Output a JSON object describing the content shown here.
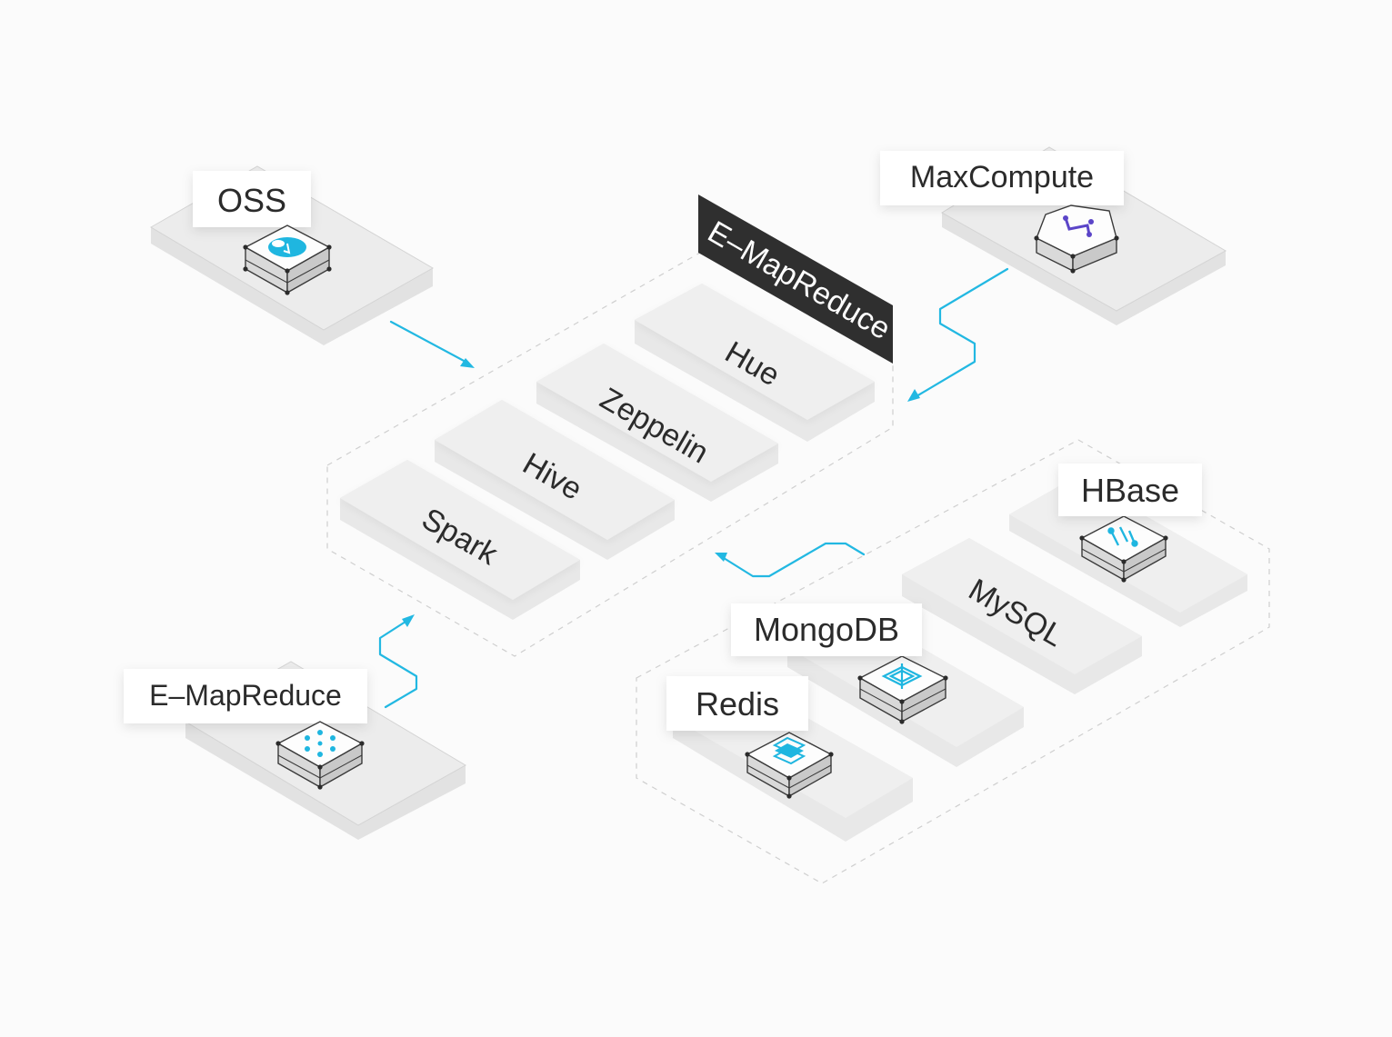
{
  "sources": {
    "oss": {
      "label": "OSS"
    },
    "maxcompute": {
      "label": "MaxCompute"
    },
    "emr_source": {
      "label": "E–MapReduce"
    }
  },
  "cluster": {
    "banner": "E–MapReduce",
    "components": [
      "Hue",
      "Zeppelin",
      "Hive",
      "Spark"
    ]
  },
  "databases": {
    "hbase": {
      "label": "HBase"
    },
    "mysql": {
      "label": "MySQL"
    },
    "mongodb": {
      "label": "MongoDB"
    },
    "redis": {
      "label": "Redis"
    }
  },
  "colors": {
    "flow": "#22b8e2",
    "icon_cyan": "#1fb6e0",
    "icon_purple": "#5b45c8",
    "banner": "#2f2f2f"
  },
  "icons": {
    "oss": "oss-icon",
    "maxcompute": "maxcompute-icon",
    "emr": "emr-icon",
    "hbase": "hbase-icon",
    "mongodb": "mongodb-icon",
    "redis": "redis-icon"
  }
}
